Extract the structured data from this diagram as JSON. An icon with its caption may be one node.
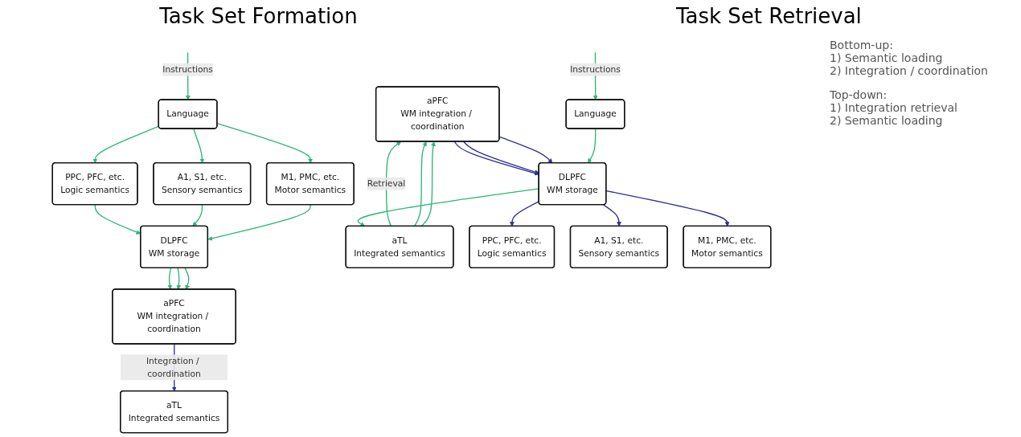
{
  "diagram": {
    "nodes": [
      {
        "text": [
          "aPFC",
          "WM integration / coordination"
        ]
      },
      {
        "text": [
          "DLPFC",
          "WM storage"
        ]
      },
      {
        "text": [
          "aTL",
          "Integrated semantics"
        ]
      },
      {
        "text": [
          "PPC, PFC, etc.",
          "Logic semantics"
        ]
      },
      {
        "text": [
          "A1, S1, etc.",
          "Sensory semantics"
        ]
      },
      {
        "text": [
          "M1, PMC, etc.",
          "Motor semantics"
        ]
      },
      {
        "text": [
          "Language"
        ],
        "beside": [
          "Bottom-up:",
          "1) Semantic loading",
          "2) Integration / coordination"
        ]
      },
      {
        "text": [
          "aPFC",
          "WM integration / coordination"
        ]
      },
      {
        "text": [
          "DLPFC",
          "WM storage"
        ]
      },
      {
        "text": [
          "aTL",
          "Integrated semantics"
        ]
      },
      {
        "text": [
          "PPC, PFC, etc.",
          "Logic semantics"
        ]
      },
      {
        "text": [
          "A1, S1, etc.",
          "Sensory semantics"
        ]
      },
      {
        "text": [
          "M1, PMC, etc.",
          "Motor semantics"
        ]
      },
      {
        "text": [
          "Language"
        ],
        "beside": [
          "Top-down:",
          "1) Integration retrieval",
          "2) Semantic loading"
        ]
      }
    ],
    "edges": [
      {
        "from": 1,
        "to": 0,
        "arrow": "to"
      },
      {
        "from": 1,
        "to": 0,
        "arrow": "to"
      },
      {
        "from": 1,
        "to": 0,
        "arrow": "to"
      },
      {
        "from": 0,
        "to": 2,
        "arrow": "to",
        "label": "Integration / coordination",
        "color": "#2e3192"
      },
      {
        "from": 3,
        "to": 1,
        "arrow": "to"
      },
      {
        "from": 4,
        "to": 1,
        "arrow": "to"
      },
      {
        "from": 5,
        "to": 1,
        "arrow": "to"
      },
      {
        "from": 6,
        "to": 3,
        "arrow": "to"
      },
      {
        "from": 6,
        "to": 4,
        "arrow": "to"
      },
      {
        "from": 6,
        "to": 5,
        "arrow": "to"
      },
      {
        "from": null,
        "to": 6,
        "arrow": "to",
        "label": "Instructions"
      },
      {
        "from": 7,
        "to": 8,
        "arrow": "to",
        "color": "#2e3192"
      },
      {
        "from": 7,
        "to": 8,
        "arrow": "to",
        "color": "#2e3192"
      },
      {
        "from": 7,
        "to": 8,
        "arrow": "to",
        "color": "#2e3192"
      },
      {
        "from": 9,
        "to": 7,
        "arrow": "to",
        "label": "Retrieval"
      },
      {
        "from": 9,
        "to": 7,
        "arrow": "to"
      },
      {
        "from": 9,
        "to": 7,
        "arrow": "to"
      },
      {
        "from": 8,
        "to": 9,
        "arrow": "to"
      },
      {
        "from": 8,
        "to": 10,
        "arrow": "to",
        "color": "#2e3192"
      },
      {
        "from": 8,
        "to": 11,
        "arrow": "to",
        "color": "#2e3192"
      },
      {
        "from": 8,
        "to": 12,
        "arrow": "to",
        "color": "#2e3192"
      },
      {
        "from": 13,
        "to": 8,
        "arrow": "to"
      },
      {
        "from": null,
        "to": 13,
        "arrow": "to",
        "label": "Instructions"
      }
    ],
    "labels": [
      "Task Set Formation",
      "Task Set Retrieval"
    ]
  }
}
